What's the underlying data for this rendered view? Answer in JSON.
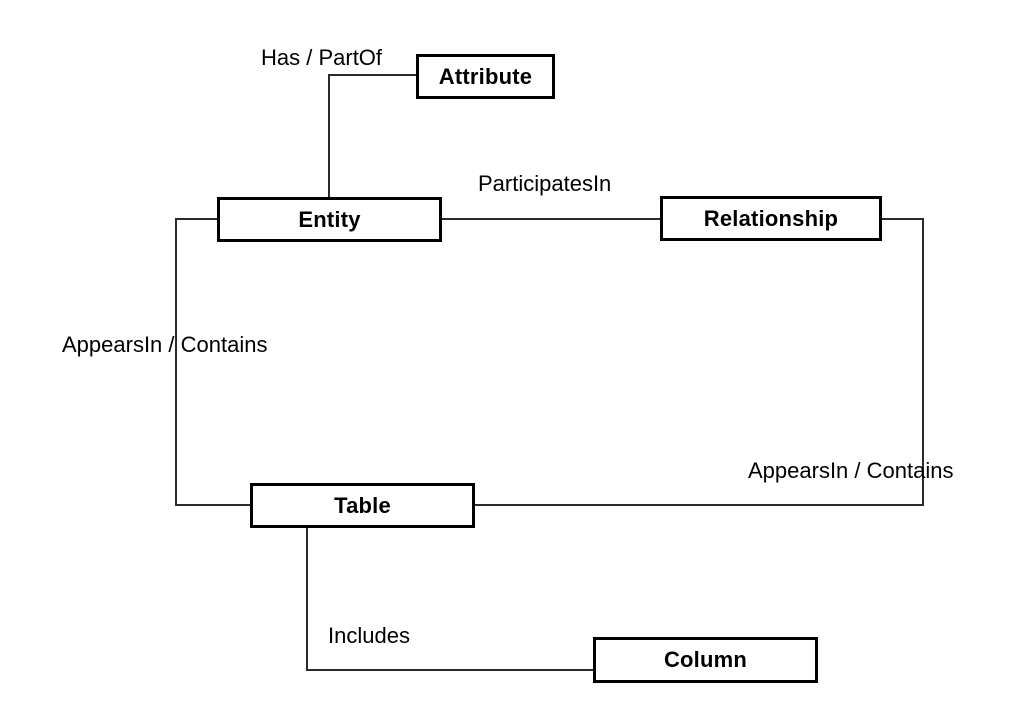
{
  "diagram": {
    "type": "concept-mapping-diagram",
    "background_color": "#ffffff",
    "line_color": "#2b2b2b",
    "box_border_color": "#000000",
    "text_color": "#000000",
    "nodes": [
      {
        "id": "attribute",
        "label": "Attribute"
      },
      {
        "id": "entity",
        "label": "Entity"
      },
      {
        "id": "relationship",
        "label": "Relationship"
      },
      {
        "id": "table",
        "label": "Table"
      },
      {
        "id": "column",
        "label": "Column"
      }
    ],
    "edges": [
      {
        "from": "entity",
        "to": "attribute",
        "label": "Has / PartOf"
      },
      {
        "from": "entity",
        "to": "relationship",
        "label": "ParticipatesIn"
      },
      {
        "from": "entity",
        "to": "table",
        "label": "AppearsIn / Contains"
      },
      {
        "from": "relationship",
        "to": "table",
        "label": "AppearsIn / Contains"
      },
      {
        "from": "table",
        "to": "column",
        "label": "Includes"
      }
    ]
  }
}
